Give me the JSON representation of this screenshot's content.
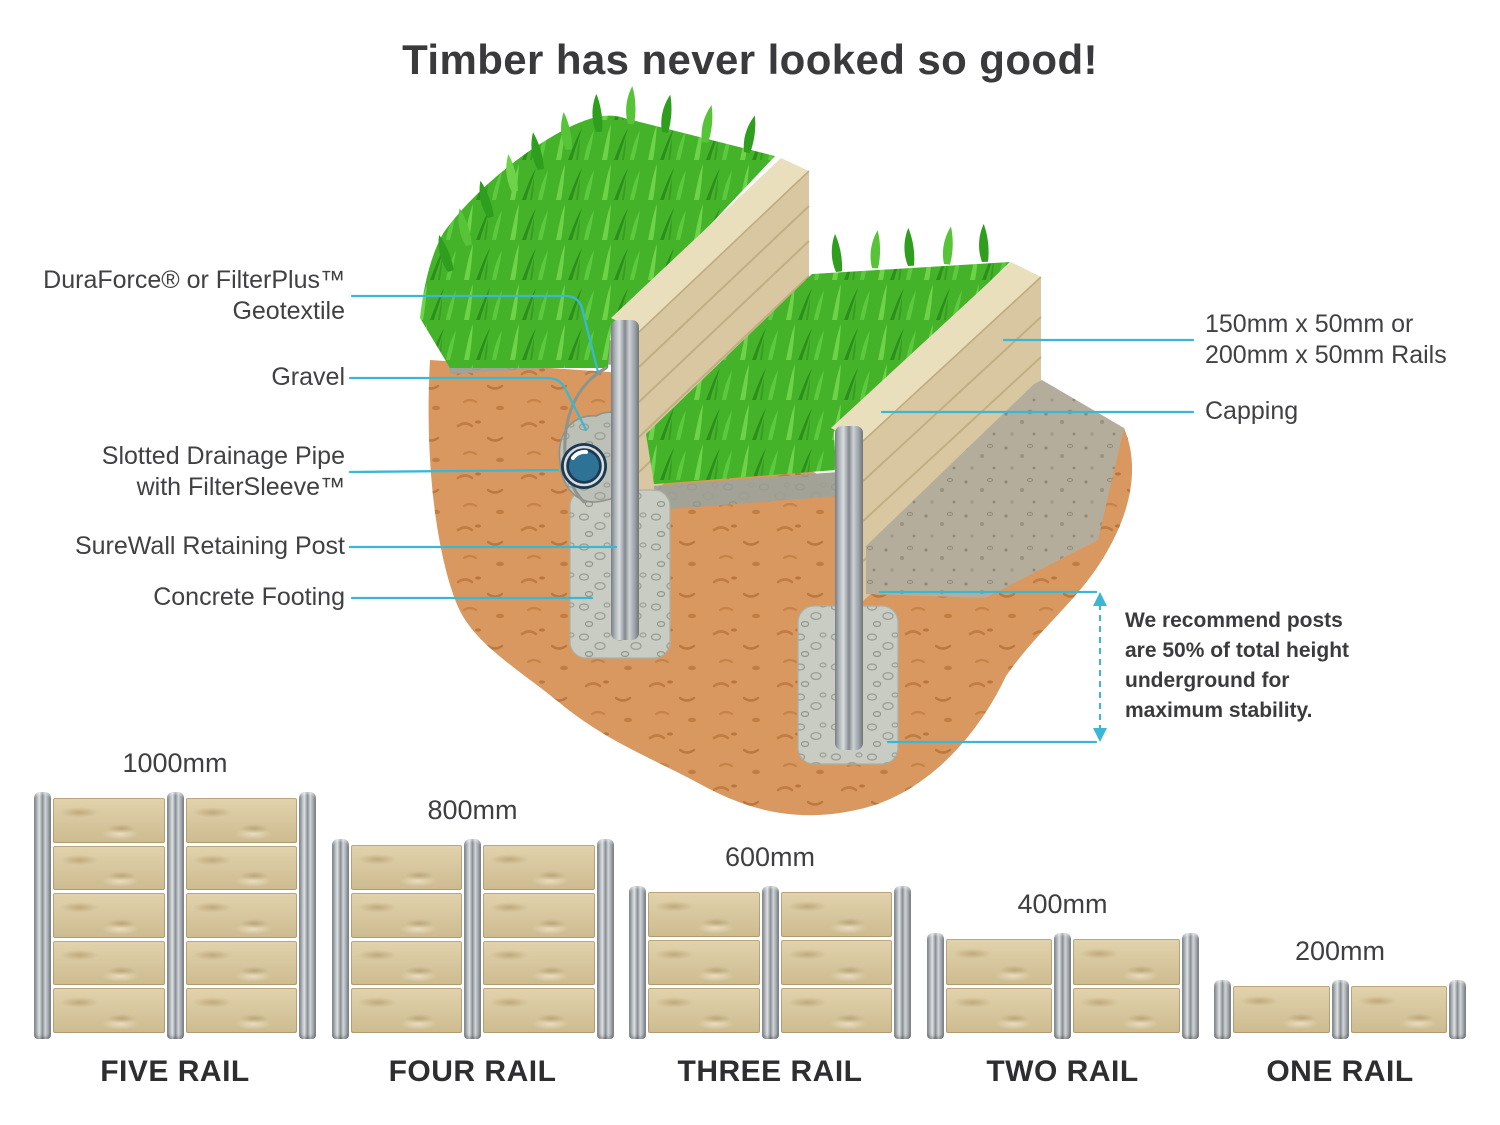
{
  "title": "Timber has never looked so good!",
  "colors": {
    "accent": "#3bb7d4",
    "text": "#3e3e40",
    "soil": "#d9985f",
    "grass": "#44b32a",
    "timber_face": "#d8c7a0",
    "timber_cap": "#eadfbd",
    "post_gray": "#8b9196",
    "concrete": "#c9ccc3",
    "ground_gray": "#b4ad9b"
  },
  "diagram": {
    "callouts_left": [
      {
        "label": "DuraForce® or FilterPlus™\nGeotextile"
      },
      {
        "label": "Gravel"
      },
      {
        "label": "Slotted Drainage Pipe\nwith FilterSleeve™"
      },
      {
        "label": "SureWall Retaining Post"
      },
      {
        "label": "Concrete Footing"
      }
    ],
    "callouts_right": [
      {
        "label": "150mm x 50mm or\n200mm x 50mm Rails"
      },
      {
        "label": "Capping"
      }
    ],
    "note": "We recommend posts\nare 50% of total height\nunderground for\nmaximum stability."
  },
  "walls": [
    {
      "height_label": "1000mm",
      "name": "FIVE RAIL",
      "rails": 5
    },
    {
      "height_label": "800mm",
      "name": "FOUR RAIL",
      "rails": 4
    },
    {
      "height_label": "600mm",
      "name": "THREE RAIL",
      "rails": 3
    },
    {
      "height_label": "400mm",
      "name": "TWO RAIL",
      "rails": 2
    },
    {
      "height_label": "200mm",
      "name": "ONE RAIL",
      "rails": 1
    }
  ]
}
